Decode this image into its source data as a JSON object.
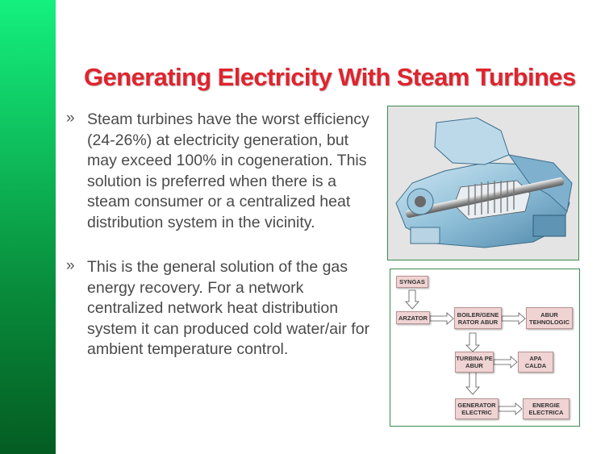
{
  "slide": {
    "title": "Generating Electricity With Steam Turbines",
    "bullet_marker": "»",
    "bullets": [
      "Steam turbines have the worst efficiency (24-26%) at electricity generation, but may exceed 100% in cogeneration. This solution is preferred when there is a steam consumer or a centralized heat distribution system in the vicinity.",
      "This is the general solution of the gas energy recovery. For a network centralized network heat distribution system it can produced cold water/air for ambient temperature control."
    ]
  },
  "diagram": {
    "syngas": "SYNGAS",
    "arzator": "ARZATOR",
    "boiler": "BOILER/GENE RATOR ABUR",
    "abur": "ABUR TEHNOLOGIC",
    "turbina": "TURBINA PE ABUR",
    "apa": "APA CALDA",
    "generator": "GENERATOR ELECTRIC",
    "energie": "ENERGIE ELECTRICA"
  },
  "colors": {
    "title": "#e0242e",
    "band_top": "#14f07e",
    "band_bottom": "#045c22",
    "diagram_box": "#f0d3d3",
    "frame_border": "#3a8a4f"
  }
}
